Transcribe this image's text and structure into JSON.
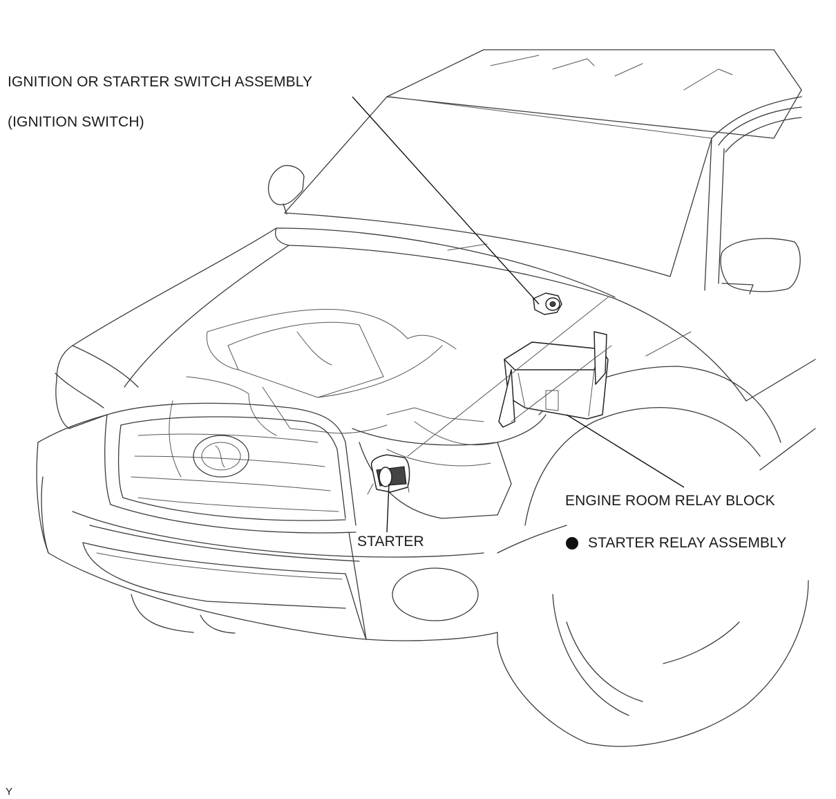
{
  "diagram": {
    "labels": {
      "ignition_line1": "IGNITION OR STARTER SWITCH ASSEMBLY",
      "ignition_line2": "(IGNITION SWITCH)",
      "engine_room_relay_block": "ENGINE ROOM RELAY BLOCK",
      "starter": "STARTER",
      "starter_relay_assembly": "STARTER RELAY ASSEMBLY",
      "figure_code": "Y"
    },
    "icons": {
      "relay_bullet": "filled-circle-bullet"
    }
  }
}
